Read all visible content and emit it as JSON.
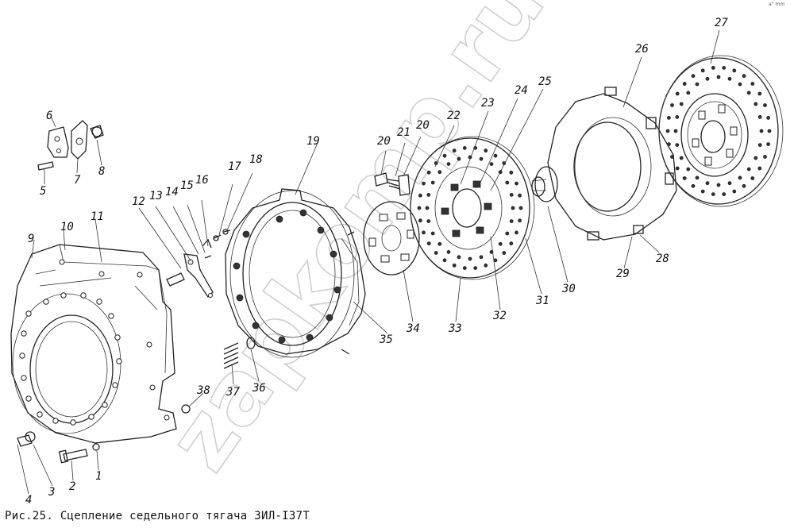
{
  "caption": "Рис.25. Сцепление седельного тягача ЗИЛ-I37T",
  "watermark": "zapkomp.ru",
  "corner_mark": "a\" mm",
  "labels": [
    "1",
    "2",
    "3",
    "4",
    "5",
    "6",
    "7",
    "8",
    "9",
    "10",
    "11",
    "12",
    "13",
    "14",
    "15",
    "16",
    "17",
    "18",
    "19",
    "20",
    "20",
    "21",
    "22",
    "23",
    "24",
    "25",
    "26",
    "27",
    "28",
    "29",
    "30",
    "31",
    "32",
    "33",
    "34",
    "35",
    "36",
    "37",
    "38"
  ]
}
